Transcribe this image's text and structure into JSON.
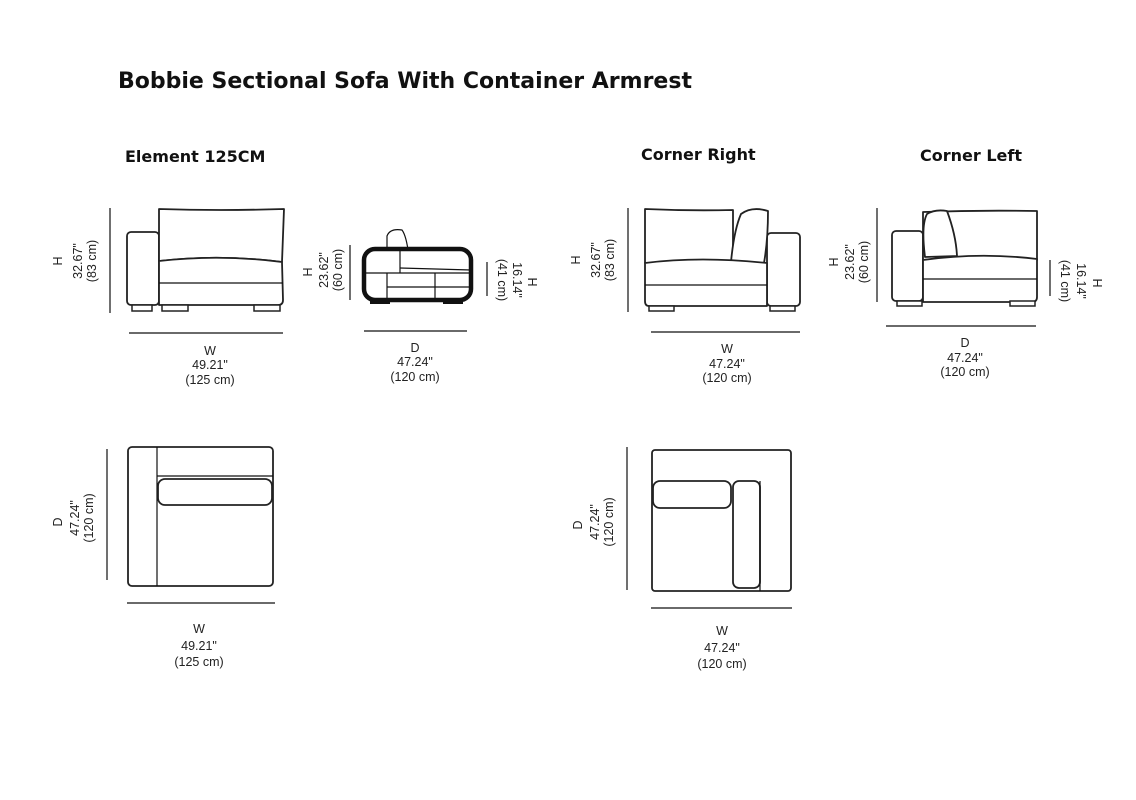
{
  "title": "Bobbie Sectional Sofa With Container Armrest",
  "sections": {
    "element": {
      "heading": "Element 125CM",
      "front": {
        "h_label": "H",
        "h_in": "32.67\"",
        "h_cm": "(83 cm)",
        "w_label": "W",
        "w_in": "49.21\"",
        "w_cm": "(125 cm)"
      },
      "side": {
        "h_label": "H",
        "h_in": "23.62\"",
        "h_cm": "(60 cm)",
        "seat_label": "H",
        "seat_in": "16.14\"",
        "seat_cm": "(41 cm)",
        "d_label": "D",
        "d_in": "47.24\"",
        "d_cm": "(120 cm)"
      },
      "top": {
        "d_label": "D",
        "d_in": "47.24\"",
        "d_cm": "(120 cm)",
        "w_label": "W",
        "w_in": "49.21\"",
        "w_cm": "(125 cm)"
      }
    },
    "corner_right": {
      "heading": "Corner Right",
      "front": {
        "h_label": "H",
        "h_in": "32.67\"",
        "h_cm": "(83 cm)",
        "w_label": "W",
        "w_in": "47.24\"",
        "w_cm": "(120 cm)"
      },
      "top": {
        "d_label": "D",
        "d_in": "47.24\"",
        "d_cm": "(120 cm)",
        "w_label": "W",
        "w_in": "47.24\"",
        "w_cm": "(120 cm)"
      }
    },
    "corner_left": {
      "heading": "Corner Left",
      "front": {
        "h_label": "H",
        "h_in": "23.62\"",
        "h_cm": "(60 cm)",
        "seat_label": "H",
        "seat_in": "16.14\"",
        "seat_cm": "(41 cm)",
        "d_label": "D",
        "d_in": "47.24\"",
        "d_cm": "(120 cm)"
      }
    }
  }
}
